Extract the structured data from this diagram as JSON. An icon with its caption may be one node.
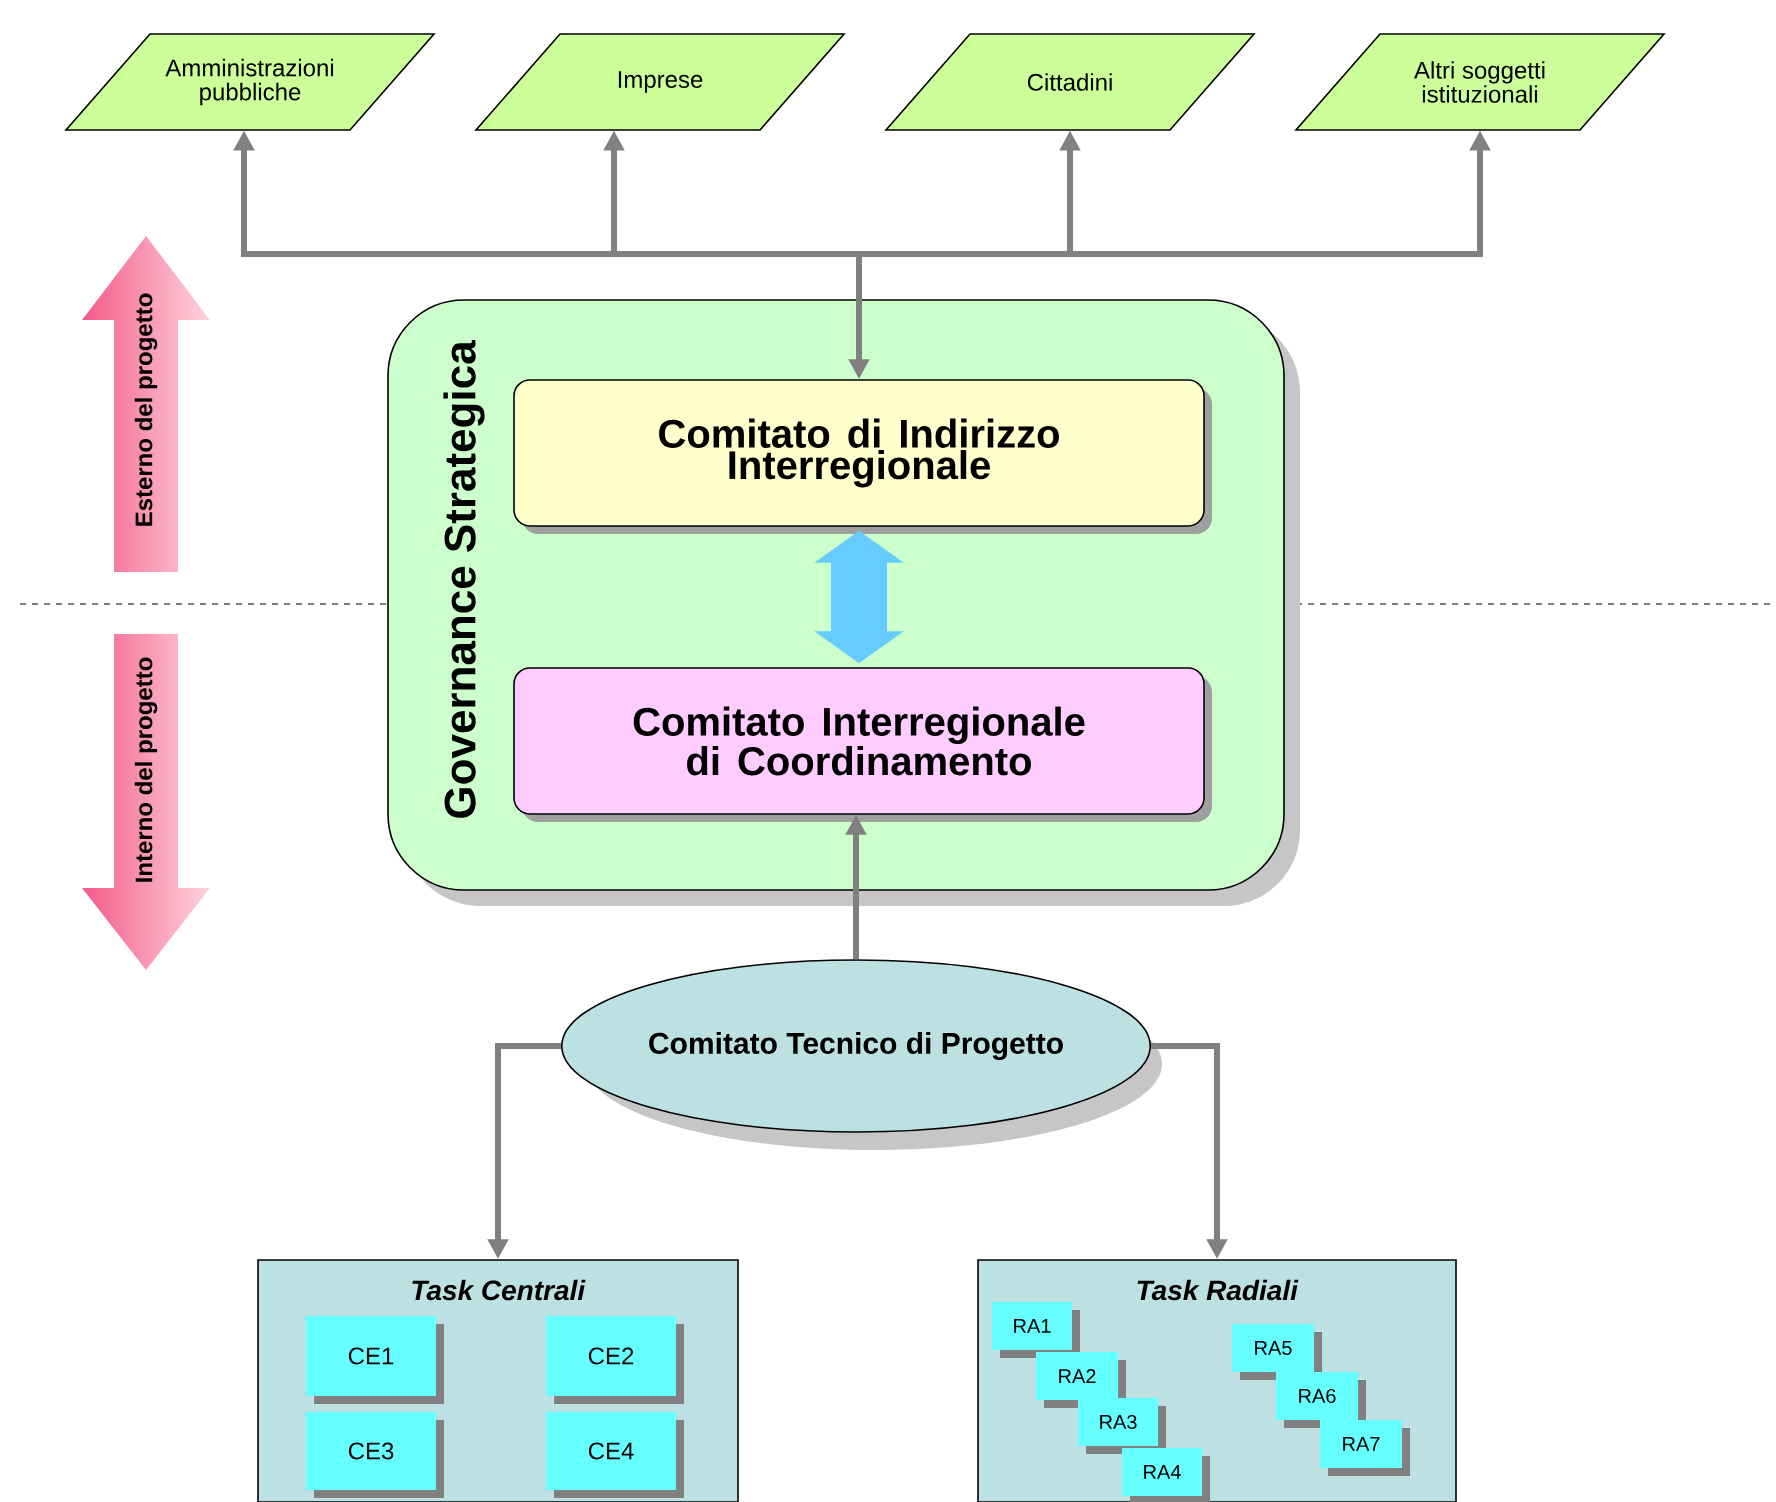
{
  "diagram": {
    "nodes": [
      {
        "text": [
          "Amministrazioni pubbliche"
        ]
      },
      {
        "text": [
          "Imprese"
        ]
      },
      {
        "text": [
          "Cittadini"
        ]
      },
      {
        "text": [
          "Altri soggetti istituzionali"
        ]
      },
      {
        "text": [
          "Esterno del progetto"
        ]
      },
      {
        "text": [
          "Governance Strategica"
        ]
      },
      {
        "text": [
          "Comitato di Indirizzo Interregionale"
        ],
        "in": 5
      },
      {
        "text": [
          "Comitato Interregionale di Coordinamento"
        ],
        "in": 5
      },
      {
        "text": [
          "Interno del progetto"
        ]
      },
      {
        "text": [
          "Comitato Tecnico di Progetto"
        ]
      },
      {
        "text": [
          "*Task Centrali*"
        ]
      },
      {
        "text": [
          "CE1"
        ],
        "in": 10
      },
      {
        "text": [
          "CE2"
        ],
        "in": 10
      },
      {
        "text": [
          "CE3"
        ],
        "in": 10
      },
      {
        "text": [
          "CE4"
        ],
        "in": 10
      },
      {
        "text": [
          "*Task Radiali*"
        ]
      },
      {
        "text": [
          "RA1"
        ],
        "in": 15
      },
      {
        "text": [
          "RA2"
        ],
        "in": 15
      },
      {
        "text": [
          "RA3"
        ],
        "in": 15
      },
      {
        "text": [
          "RA4"
        ],
        "in": 15
      },
      {
        "text": [
          "RA5"
        ],
        "in": 15
      },
      {
        "text": [
          "RA6"
        ],
        "in": 15
      },
      {
        "text": [
          "RA7"
        ],
        "in": 15
      }
    ],
    "edges": [
      {
        "from": 6,
        "to": 0,
        "arrow": "both"
      },
      {
        "from": 6,
        "to": 1,
        "arrow": "both"
      },
      {
        "from": 6,
        "to": 2,
        "arrow": "both"
      },
      {
        "from": 6,
        "to": 3,
        "arrow": "both"
      },
      {
        "from": 6,
        "to": 7,
        "arrow": "both",
        "style": "thick",
        "color": "#66ccff"
      },
      {
        "from": 9,
        "to": 7,
        "arrow": "to"
      },
      {
        "from": 9,
        "to": 10,
        "arrow": "to"
      },
      {
        "from": 9,
        "to": 15,
        "arrow": "to"
      }
    ]
  }
}
